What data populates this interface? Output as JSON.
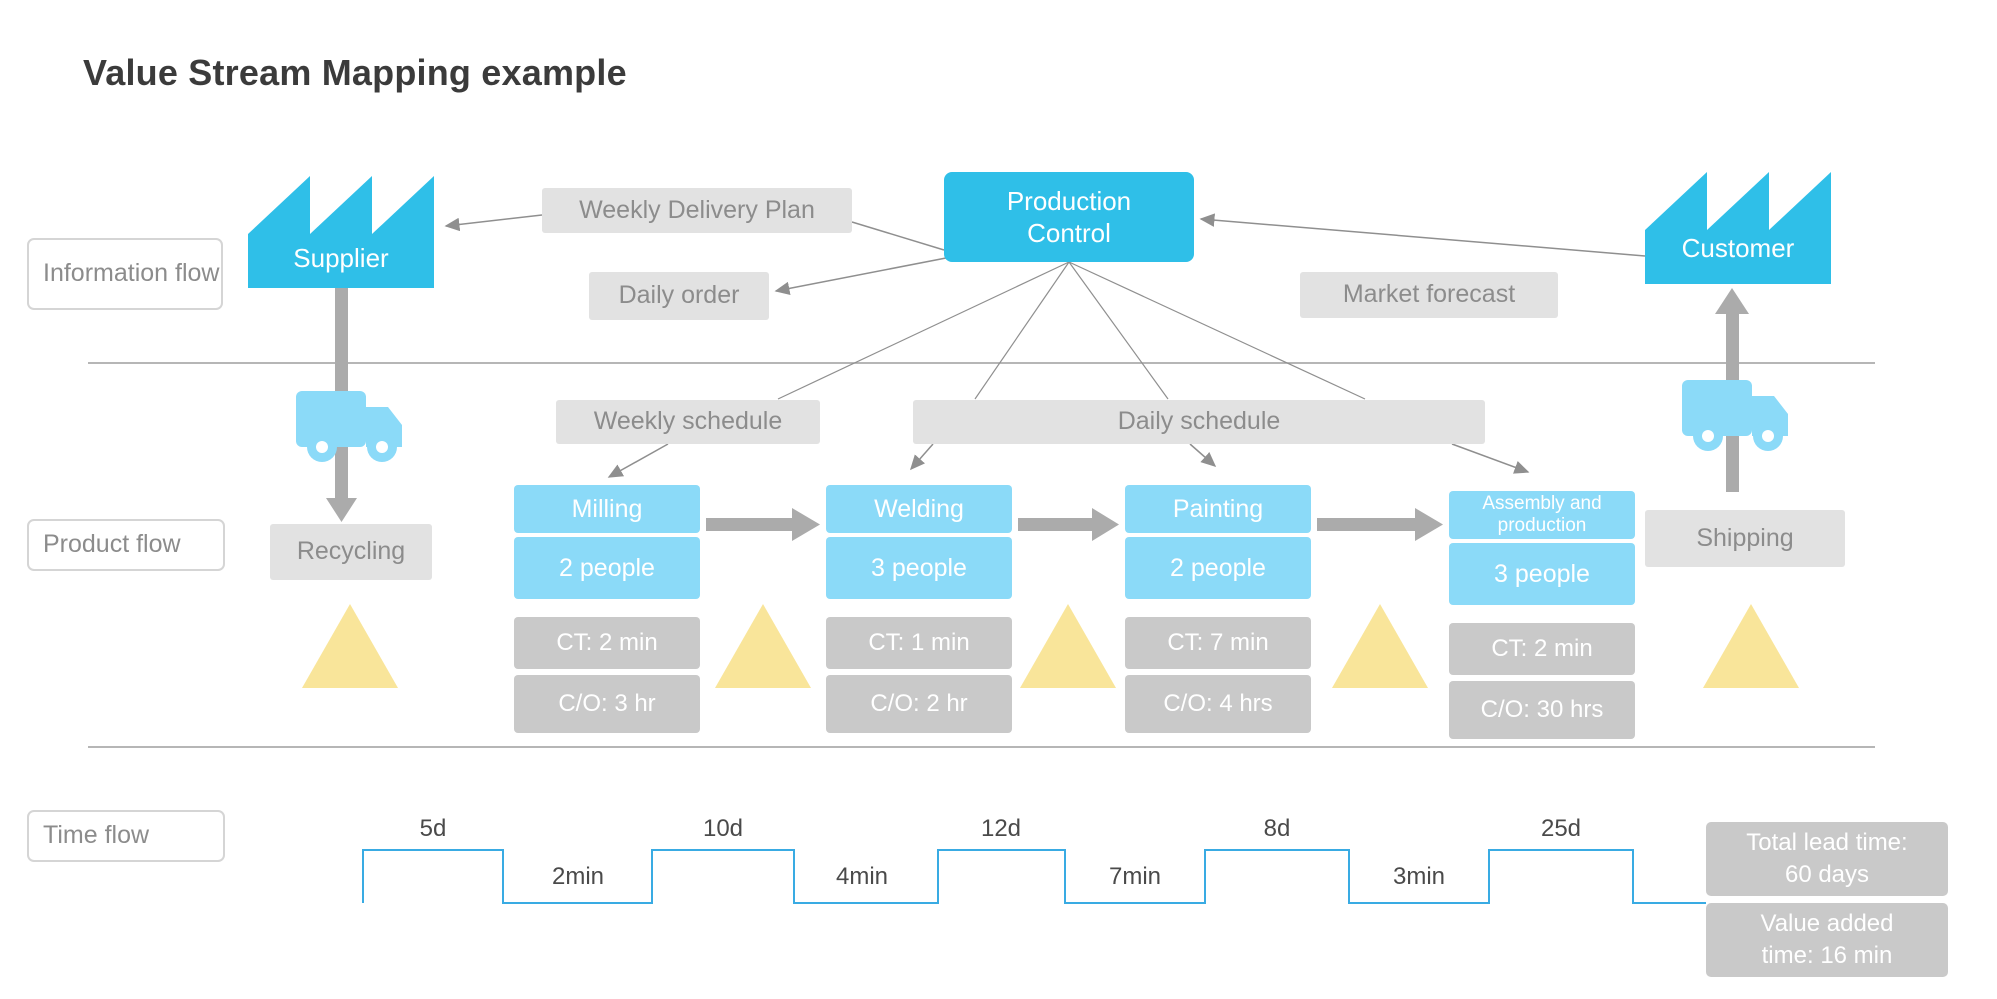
{
  "title": "Value Stream Mapping example",
  "lanes": {
    "information": "Information flow",
    "product": "Product flow",
    "time": "Time flow"
  },
  "info_flow": {
    "supplier": "Supplier",
    "customer": "Customer",
    "production_control": "Production Control",
    "weekly_delivery_plan": "Weekly Delivery Plan",
    "daily_order": "Daily order",
    "market_forecast": "Market forecast",
    "weekly_schedule": "Weekly schedule",
    "daily_schedule": "Daily schedule"
  },
  "product_flow": {
    "recycling": "Recycling",
    "shipping": "Shipping",
    "processes": [
      {
        "name": "Milling",
        "people": "2 people",
        "cycle_time": "CT: 2 min",
        "changeover": "C/O: 3 hr"
      },
      {
        "name": "Welding",
        "people": "3 people",
        "cycle_time": "CT: 1 min",
        "changeover": "C/O: 2 hr"
      },
      {
        "name": "Painting",
        "people": "2 people",
        "cycle_time": "CT: 7 min",
        "changeover": "C/O: 4 hrs"
      },
      {
        "name": "Assembly and production",
        "people": "3 people",
        "cycle_time": "CT: 2 min",
        "changeover": "C/O: 30 hrs"
      }
    ]
  },
  "time_flow": {
    "lead_times": [
      "5d",
      "10d",
      "12d",
      "8d",
      "25d"
    ],
    "process_times": [
      "2min",
      "4min",
      "7min",
      "3min"
    ],
    "total_lead_time": {
      "line1": "Total lead time:",
      "line2": "60 days"
    },
    "value_added_time": {
      "line1": "Value added",
      "line2": "time: 16 min"
    }
  },
  "colors": {
    "accent_cyan": "#2fbfe8",
    "process_light_blue": "#8bdaf8",
    "label_box_gray": "#e2e2e2",
    "data_box_gray": "#c9c9c9",
    "inventory_triangle_yellow": "#f9e59a",
    "timeline_line_blue": "#39abe3",
    "arrow_gray": "#ababab",
    "title_text": "#3b3b3b"
  }
}
